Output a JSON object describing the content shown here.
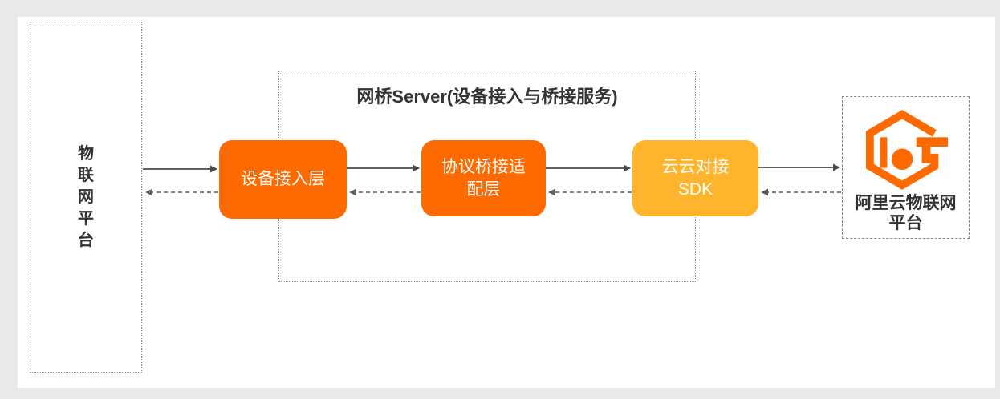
{
  "diagram": {
    "left_platform": {
      "label": "物联网平台"
    },
    "bridge_server": {
      "title": "网桥Server(设备接入与桥接服务)",
      "boxes": [
        {
          "name": "device-access-layer",
          "lines": [
            "设备接入层",
            ""
          ]
        },
        {
          "name": "protocol-bridge-adapter-layer",
          "lines": [
            "协议桥接适",
            "配层"
          ]
        },
        {
          "name": "cloud-cloud-sdk",
          "lines": [
            "云云对接",
            "SDK"
          ]
        }
      ]
    },
    "aliyun_platform": {
      "logo_icon": "aliyun-iot-logo",
      "lines": [
        "阿里云物联网",
        "平台"
      ]
    },
    "colors": {
      "accent_orange": "#FF6A00",
      "accent_amber": "#FFB42E",
      "logo_orange": "#FF6A00",
      "text_dark": "#333333",
      "node_text": "#FFFFFF",
      "solid_arrow": "#4A4A4A",
      "dashed_arrow": "#6E6E6E",
      "dotted_border": "#8F8F8F",
      "page_background": "#E9E9E9",
      "panel_background": "#FFFFFF"
    }
  }
}
